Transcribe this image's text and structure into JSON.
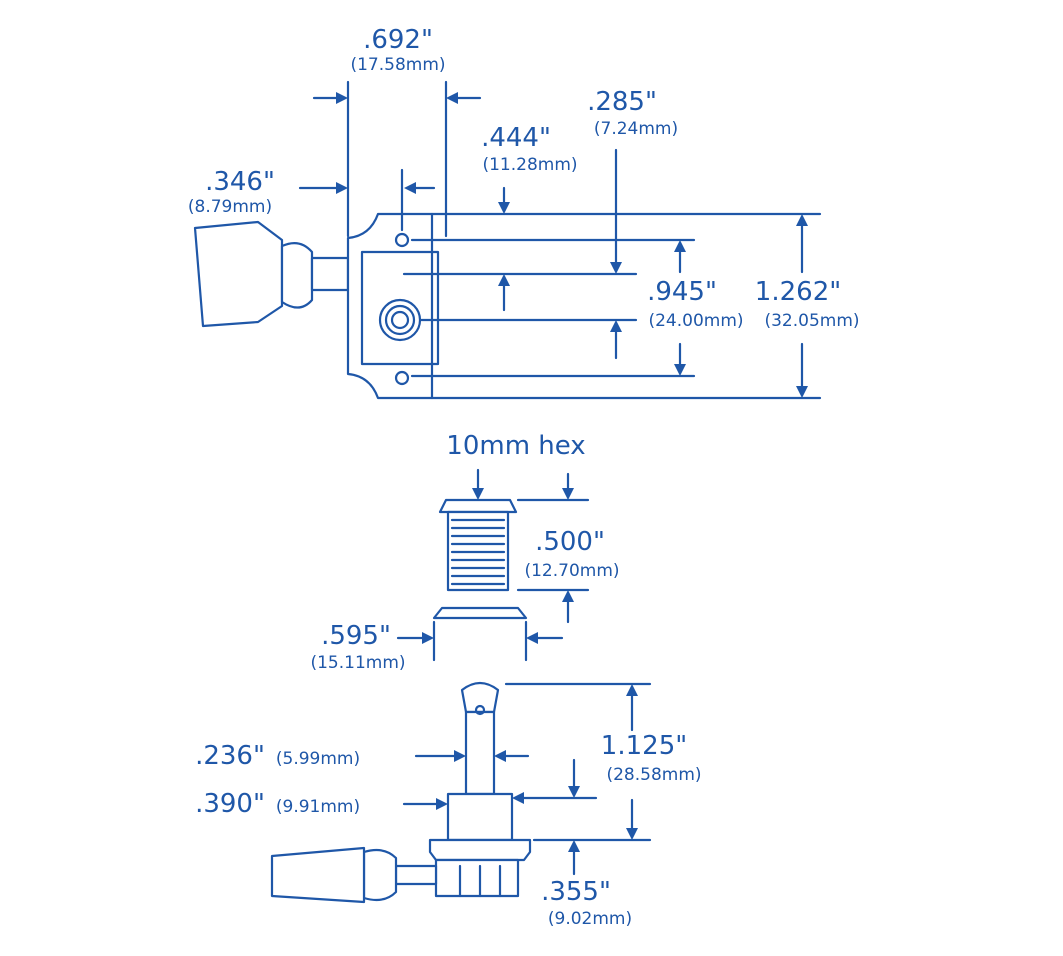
{
  "colors": {
    "line": "#1f57a8",
    "background": "#ffffff"
  },
  "labels": {
    "top_width": {
      "value": ".692\"",
      "mm": "(17.58mm)"
    },
    "post_offset": {
      "value": ".346\"",
      "mm": "(8.79mm)"
    },
    "hole_offset": {
      "value": ".444\"",
      "mm": "(11.28mm)"
    },
    "top_to_post": {
      "value": ".285\"",
      "mm": "(7.24mm)"
    },
    "hole_spacing": {
      "value": ".945\"",
      "mm": "(24.00mm)"
    },
    "plate_height": {
      "value": "1.262\"",
      "mm": "(32.05mm)"
    },
    "hex": {
      "value": "10mm hex"
    },
    "bushing_length": {
      "value": ".500\"",
      "mm": "(12.70mm)"
    },
    "washer_width": {
      "value": ".595\"",
      "mm": "(15.11mm)"
    },
    "post_height": {
      "value": "1.125\"",
      "mm": "(28.58mm)"
    },
    "post_diameter": {
      "value": ".236\"",
      "mm": "(5.99mm)"
    },
    "collar_diameter": {
      "value": ".390\"",
      "mm": "(9.91mm)"
    },
    "housing_depth": {
      "value": ".355\"",
      "mm": "(9.02mm)"
    }
  }
}
